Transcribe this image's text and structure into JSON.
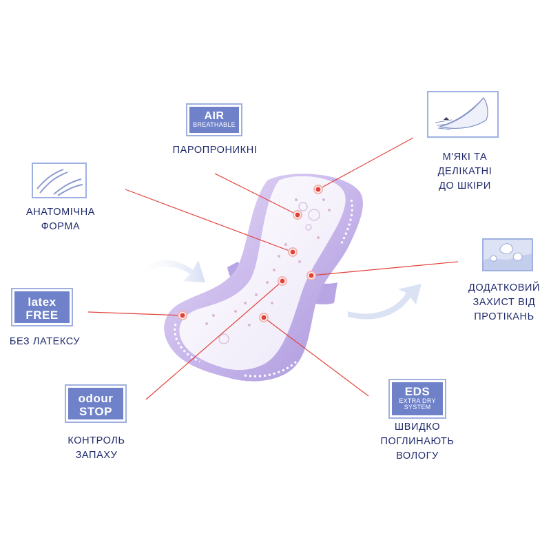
{
  "features": {
    "air": {
      "badge_line1": "AIR",
      "badge_line2": "BREATHABLE",
      "label_lines": [
        "ПАРОПРОНИКНІ"
      ]
    },
    "soft": {
      "icon": "feather-icon",
      "label_lines": [
        "М'ЯКІ ТА",
        "ДЕЛІКАТНІ",
        "ДО ШКІРИ"
      ]
    },
    "anatomic": {
      "icon": "curve-shape-icon",
      "label_lines": [
        "АНАТОМІЧНА",
        "ФОРМА"
      ]
    },
    "extra_protection": {
      "icon": "droplets-icon",
      "label_lines": [
        "ДОДАТКОВИЙ",
        "ЗАХИСТ ВІД",
        "ПРОТІКАНЬ"
      ]
    },
    "latex": {
      "badge_line1": "latex",
      "badge_line2": "FREE",
      "label_lines": [
        "БЕЗ ЛАТЕКСУ"
      ]
    },
    "odour": {
      "badge_line1": "odour",
      "badge_line2": "STOP",
      "label_lines": [
        "КОНТРОЛЬ",
        "ЗАПАХУ"
      ]
    },
    "eds": {
      "badge_line1": "EDS",
      "badge_line2": "EXTRA DRY",
      "badge_line3": "SYSTEM",
      "label_lines": [
        "ШВИДКО",
        "ПОГЛИНАЮТЬ",
        "ВОЛОГУ"
      ]
    }
  },
  "colors": {
    "accent": "#6f82c9",
    "text": "#1f2a6b",
    "pointer": "#e2413a",
    "pad": "#c9b8ec"
  }
}
